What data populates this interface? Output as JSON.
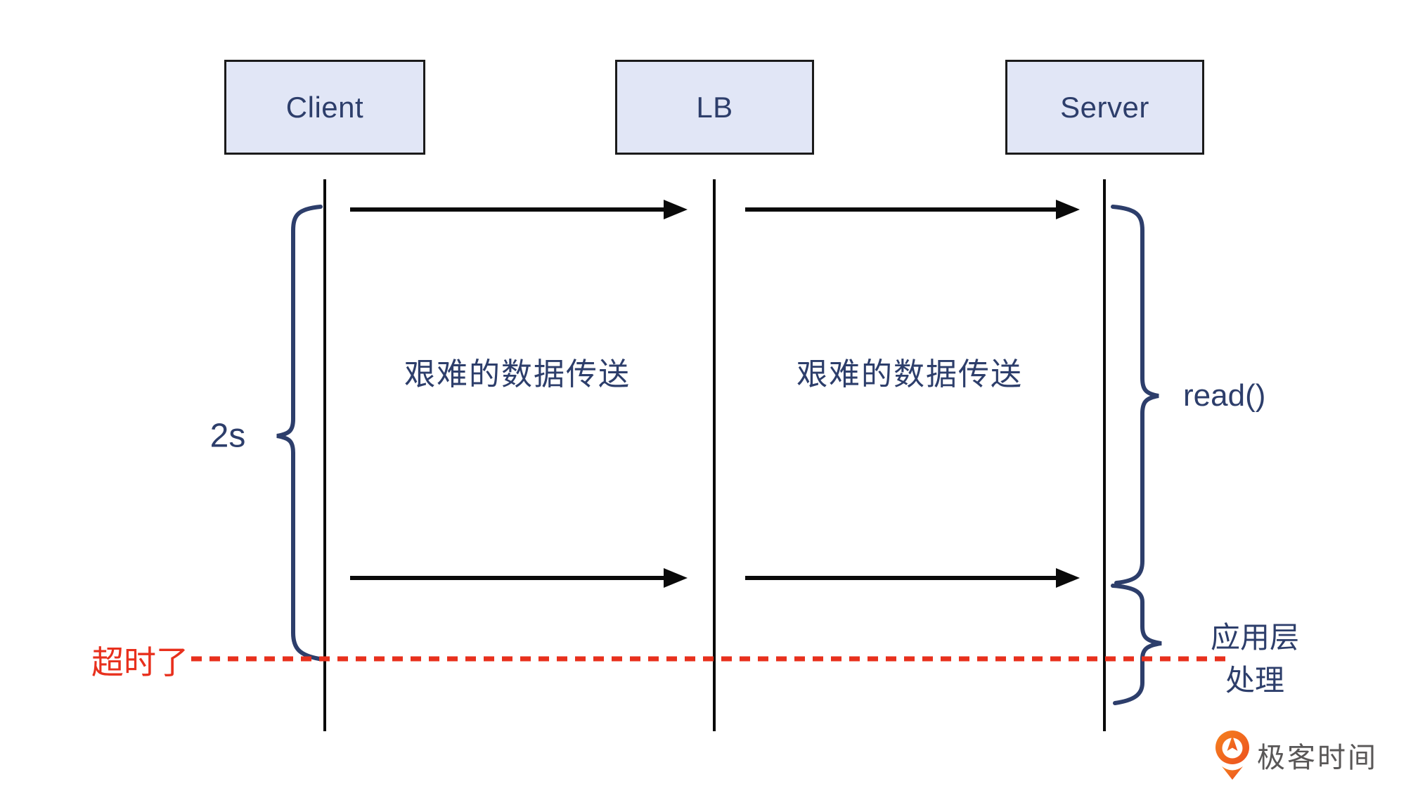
{
  "actors": [
    {
      "label": "Client"
    },
    {
      "label": "LB"
    },
    {
      "label": "Server"
    }
  ],
  "messages": [
    {
      "label": "艰难的数据传送"
    },
    {
      "label": "艰难的数据传送"
    }
  ],
  "annotations": {
    "duration_label": "2s",
    "timeout_label": "超时了",
    "read_label": "read()",
    "app_layer_line1": "应用层",
    "app_layer_line2": "处理"
  },
  "footer": {
    "brand_text": "极客时间"
  },
  "colors": {
    "box_fill": "#e1e6f6",
    "box_border": "#1b1b1b",
    "navy_text": "#2d3e6b",
    "line_black": "#0a0a0a",
    "timeout_red": "#e8301d",
    "brand_gray": "#595757",
    "brand_orange": "#f0691e"
  }
}
